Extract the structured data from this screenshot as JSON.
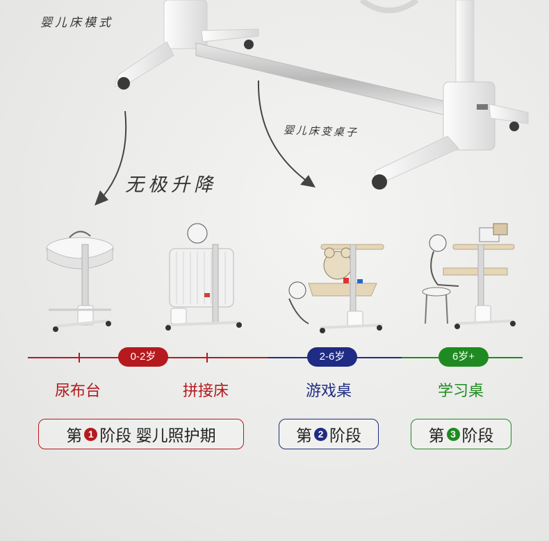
{
  "captions": {
    "crib_mode": "婴儿床模式",
    "table_mode": "婴儿床变桌子",
    "lifting": "无极升降"
  },
  "timeline": {
    "colors": {
      "red": "#b41a1e",
      "blue": "#1f2b84",
      "green": "#1f8a21"
    },
    "age_ranges": [
      "0-2岁",
      "2-6岁",
      "6岁+"
    ],
    "modes": [
      "尿布台",
      "拼接床",
      "游戏桌",
      "学习桌"
    ]
  },
  "stages": [
    {
      "prefix": "第",
      "number": "1",
      "suffix": "阶段 婴儿照护期"
    },
    {
      "prefix": "第",
      "number": "2",
      "suffix": "阶段"
    },
    {
      "prefix": "第",
      "number": "3",
      "suffix": "阶段"
    }
  ],
  "icons": [
    "crib-frame-illustration",
    "arrow-down-icon",
    "diaper-table-illustration",
    "splice-bed-illustration",
    "game-table-illustration",
    "study-desk-illustration"
  ]
}
